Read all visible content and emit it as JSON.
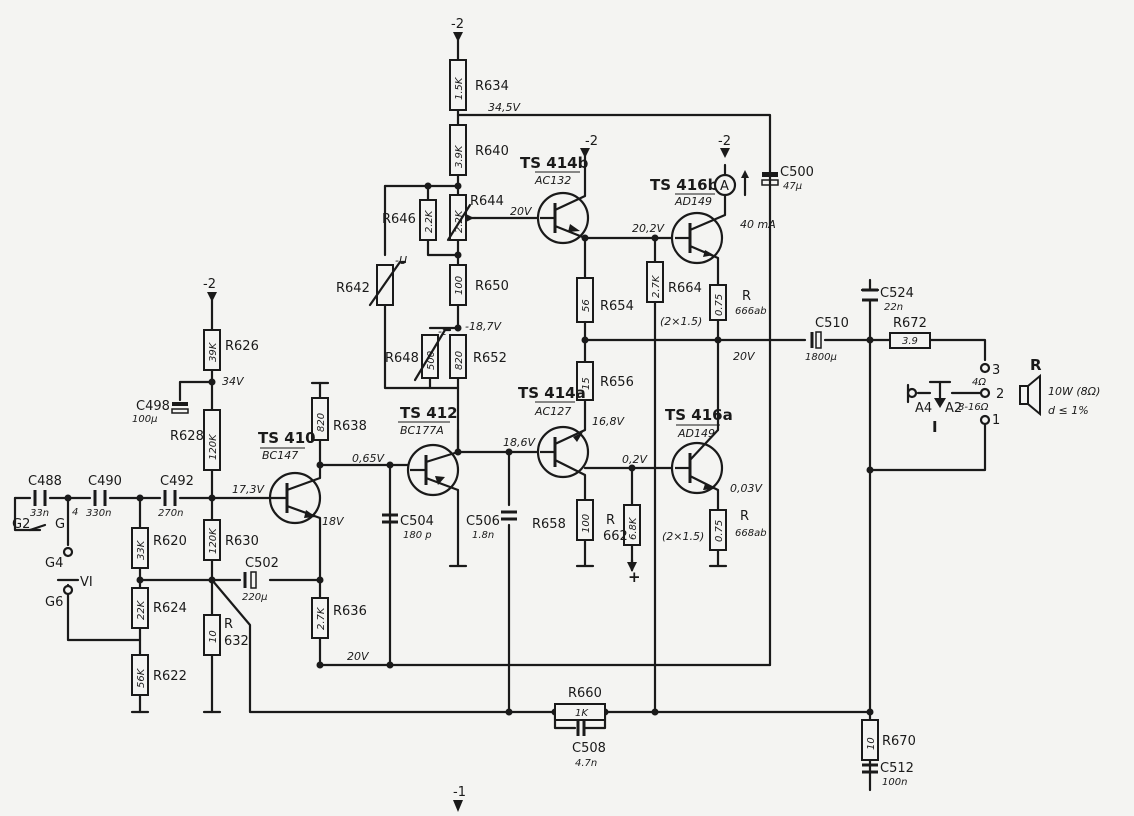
{
  "rail_labels": {
    "top": "-2",
    "r626_top": "-2",
    "ts414b": "-2",
    "ts416b": "-2",
    "bottom": "-1"
  },
  "resistors": {
    "R634": {
      "name": "R634",
      "value": "1.5K"
    },
    "R640": {
      "name": "R640",
      "value": "3.9K"
    },
    "R646": {
      "name": "R646",
      "value": "2.2K"
    },
    "R644": {
      "name": "R644",
      "value": "2.2K"
    },
    "R642": {
      "name": "R642",
      "mark": "-U"
    },
    "R650": {
      "name": "R650",
      "value": "100"
    },
    "R648": {
      "name": "R648",
      "value": "500",
      "mark": "-t"
    },
    "R652": {
      "name": "R652",
      "value": "820"
    },
    "R654": {
      "name": "R654",
      "value": "56"
    },
    "R664": {
      "name": "R664",
      "value": "2.7K",
      "note": "(2×1.5)"
    },
    "R666": {
      "name": "R",
      "sub": "666ab",
      "value": "0.75"
    },
    "R656": {
      "name": "R656",
      "value": "15"
    },
    "R658": {
      "name": "R658",
      "value": "100"
    },
    "R662": {
      "name": "R",
      "sub": "662",
      "value": "6.8K"
    },
    "R668": {
      "name": "R",
      "sub": "668ab",
      "value": "0.75",
      "note": "(2×1.5)"
    },
    "R626": {
      "name": "R626",
      "value": "39K"
    },
    "R628": {
      "name": "R628",
      "value": "120K"
    },
    "R638": {
      "name": "R638",
      "value": "820"
    },
    "R630": {
      "name": "R630",
      "value": "120K"
    },
    "R620": {
      "name": "R620",
      "value": "33K"
    },
    "R624": {
      "name": "R624",
      "value": "22K"
    },
    "R622": {
      "name": "R622",
      "value": "56K"
    },
    "R632": {
      "name": "R",
      "sub": "632",
      "value": "10"
    },
    "R636": {
      "name": "R636",
      "value": "2.7K"
    },
    "R660": {
      "name": "R660",
      "value": "1K"
    },
    "R670": {
      "name": "R670",
      "value": "10"
    },
    "R672": {
      "name": "R672",
      "value": "3.9"
    }
  },
  "capacitors": {
    "C500": {
      "name": "C500",
      "value": "47µ"
    },
    "C524": {
      "name": "C524",
      "value": "22n"
    },
    "C510": {
      "name": "C510",
      "value": "1800µ"
    },
    "C498": {
      "name": "C498",
      "value": "100µ"
    },
    "C488": {
      "name": "C488",
      "value": "33n"
    },
    "C490": {
      "name": "C490",
      "value": "330n"
    },
    "C492": {
      "name": "C492",
      "value": "270n"
    },
    "C502": {
      "name": "C502",
      "value": "220µ"
    },
    "C504": {
      "name": "C504",
      "value": "180 p"
    },
    "C506": {
      "name": "C506",
      "value": "1.8n"
    },
    "C508": {
      "name": "C508",
      "value": "4.7n"
    },
    "C512": {
      "name": "C512",
      "value": "100n"
    }
  },
  "transistors": {
    "TS410": {
      "name": "TS 410",
      "type": "BC147"
    },
    "TS412": {
      "name": "TS 412",
      "type": "BC177A"
    },
    "TS414a": {
      "name": "TS 414a",
      "type": "AC127"
    },
    "TS414b": {
      "name": "TS 414b",
      "type": "AC132"
    },
    "TS416a": {
      "name": "TS 416a",
      "type": "AD149"
    },
    "TS416b": {
      "name": "TS 416b",
      "type": "AD149"
    }
  },
  "voltages": {
    "v345": "34,5V",
    "v20_b": "20V",
    "v202": "20,2V",
    "v187": "-18,7V",
    "v20_out": "20V",
    "v34": "34V",
    "v168": "16,8V",
    "v186": "18,6V",
    "v065": "0,65V",
    "v173": "17,3V",
    "v18": "18V",
    "v02": "0,2V",
    "v003": "0,03V",
    "v20_bot": "20V",
    "i40": "40 mA"
  },
  "meter": {
    "symbol": "A"
  },
  "connector": {
    "g2": "G2",
    "g": "G",
    "pin4": "4",
    "g4": "G4",
    "g6": "G6",
    "roman": "VI"
  },
  "output": {
    "ohm4": "4Ω",
    "ohm816": "8-16Ω",
    "pin3": "3",
    "pin2": "2",
    "pin1": "1",
    "a4": "A4",
    "a2": "A2",
    "switch": "I",
    "channel": "R",
    "spec": "10W (8Ω)",
    "dist": "d ≤ 1%"
  },
  "plus": "+"
}
